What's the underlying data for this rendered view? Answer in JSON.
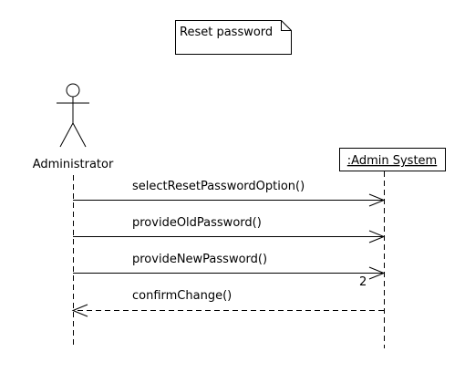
{
  "note": {
    "text": "Reset password"
  },
  "actor": {
    "name": "Administrator"
  },
  "system": {
    "name": ":Admin System"
  },
  "messages": [
    {
      "label": "selectResetPasswordOption()",
      "kind": "sync"
    },
    {
      "label": "provideOldPassword()",
      "kind": "sync"
    },
    {
      "label": "provideNewPassword()",
      "kind": "sync",
      "tag": "2"
    },
    {
      "label": "confirmChange()",
      "kind": "return"
    }
  ]
}
